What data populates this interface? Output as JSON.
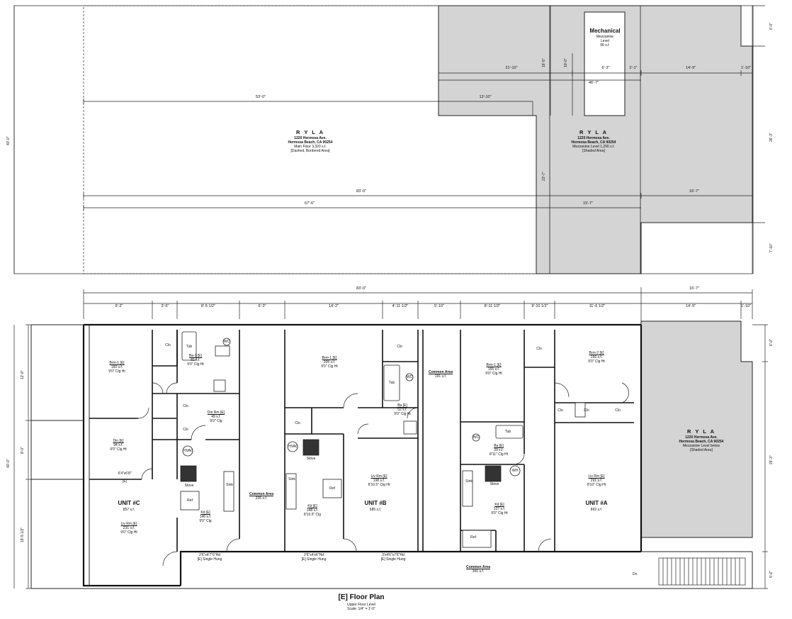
{
  "mezz": {
    "mech_title": "Mechanical",
    "mech_lines": [
      "Mezzanine",
      "Level",
      "96 s.f."
    ],
    "ryla_left": {
      "name": "R Y L A",
      "lines": [
        "1220 Hermosa Ave.",
        "Hermosa Beach, CA 90254",
        "Main Floor 3,320 s.f.",
        "[Dashed, Bordered Area]"
      ]
    },
    "ryla_right": {
      "name": "R Y L A",
      "lines": [
        "1220 Hermosa Ave.",
        "Hermosa Beach, CA 90254",
        "Mezzanine Level 1,290 s.f.",
        "[Shaded Area]"
      ]
    },
    "dims": {
      "top1": "21'-10\"",
      "top2": "6'-3\"",
      "top3": "2'-1\"",
      "top4": "14'-9\"",
      "top5": "1'-10\"",
      "w46": "46'-7\"",
      "w53": "53'-0\"",
      "w13": "13'-10\"",
      "w83": "83'-0\"",
      "w16a": "16'-7\"",
      "w67": "67'-6\"",
      "w15": "15'-7\"",
      "v40": "40'-0\"",
      "v16": "16'-5\"",
      "v10": "10'-0\"",
      "v23": "23'-7\"",
      "r6": "6'-0\"",
      "r26": "26'-3\"",
      "r7": "7'-10\""
    }
  },
  "floor": {
    "dims_top": {
      "overall": "83'-0\"",
      "right": "16'-7\"",
      "segs": [
        "9'-2\"",
        "3'-6\"",
        "8'-5 1/2\"",
        "6'-3\"",
        "14'-2\"",
        "4'-11 1/2\"",
        "5'-10\"",
        "8'-11 1/2\"",
        "9'-10 1/2\"",
        "11'-6 1/2\"",
        "14'-9\"",
        "1'-10\""
      ]
    },
    "dims_left": {
      "outer": "40'-0\"",
      "seg1": "12'-8\"",
      "seg2": "8'-0\"",
      "seg3": "19'-5 1/2\""
    },
    "dims_right": {
      "top": "6'-0\"",
      "mid": "26'-3\"",
      "bot": "5'-6\""
    },
    "unitC": {
      "name": "UNIT #C",
      "area": "857 s.f.",
      "brm": [
        "Brm-1 [E]",
        "160 s.f.",
        "9'0\" Clg Ht"
      ],
      "ba": [
        "Ba-1 [E]",
        "81 s.f.",
        "9'0\" Clg Ht"
      ],
      "din": [
        "Din [E]",
        "94 s.f.",
        "9'0\" Clg Ht"
      ],
      "dinrm": [
        "Din Rm [E]",
        "49 s.f.",
        "9'0\" Clg"
      ],
      "liv": [
        "Liv Rm [E]",
        "231 s.f.",
        "9'0\" Clg Ht"
      ],
      "kit": [
        "Kit [E]",
        "146 s.f.",
        "9'0\" Clg"
      ],
      "clo1": "Clo",
      "clo2": "Clo",
      "clo3": "Clo",
      "tub": "Tub",
      "wc": "WC",
      "hvac": "HVAC",
      "stove": "Stove",
      "sink": "Sink",
      "ref": "Ref",
      "fixed": "5'4\"x6'8\"",
      "e": "[E]"
    },
    "unitB": {
      "name": "UNIT #B",
      "area": "685 s.f.",
      "brm": [
        "Brm-1 [E]",
        "205 s.f.",
        "9'0\" Clg Ht"
      ],
      "ba": [
        "Ba [E]",
        "52 s.f.",
        "9'0\" Clg Ht"
      ],
      "liv": [
        "Liv Rm [E]",
        "198 s.f.",
        "8'10.5\" Clg Ht"
      ],
      "kit": [
        "Kit [E]",
        "148 s.f.",
        "8'10.5\" Clg"
      ],
      "clo1": "Clo",
      "clo2": "Clo",
      "tub": "Tub",
      "wc": "WC",
      "hvac": "HVAC",
      "stove": "Stove",
      "sink": "Sink",
      "ref": "Ref"
    },
    "unitA": {
      "name": "UNIT #A",
      "area": "892 s.f.",
      "brm1": [
        "Brm-1 [E]",
        "165 s.f.",
        "9'0\" Clg Ht"
      ],
      "brm2": [
        "Brm-2 [E]",
        "156 s.f.",
        "9'0\" Clg Ht"
      ],
      "ba": [
        "Ba [E]",
        "39 s.f.",
        "8'11\" Clg Ht"
      ],
      "liv": [
        "Liv Rm [E]",
        "291 s.f.",
        "8'10\" Clg Ht"
      ],
      "kit": [
        "Kit [E]",
        "127 s.f.",
        "9'0\" Clg Ht"
      ],
      "clo1": "Clo",
      "clo2": "Clo",
      "clo3": "Clo",
      "clo4": "Clo",
      "tub": "Tub",
      "wc": "WC",
      "wh": "WH",
      "stove": "Stove",
      "sink": "Sink",
      "ref": "Ref"
    },
    "common1": [
      "Common Area",
      "205 s.f."
    ],
    "common2": [
      "Common Area",
      "191 s.f."
    ],
    "common3": [
      "Common Area",
      "341 s.f."
    ],
    "ryla": {
      "name": "R Y L A",
      "lines": [
        "1220 Hermosa Ave.",
        "Hermosa Beach, CA 90254",
        "Mezzanine Level below",
        "[Shaded Area]"
      ]
    },
    "dn": "Dn",
    "win_bottom1": [
      "2'6\"x4'7\"6\"Hd",
      "[E] Single Hung"
    ],
    "win_bottom2": [
      "2'6\"x4'x6\"Hd",
      "[E] Single Hung"
    ],
    "win_bottom3": [
      "3'x4'6\"x7'6\"Hd",
      "[E] Single Hung"
    ]
  },
  "title": {
    "main": "[E] Floor Plan",
    "sub1": "Upper Floor Level",
    "sub2": "Scale: 1/4\" = 1'-0\""
  }
}
